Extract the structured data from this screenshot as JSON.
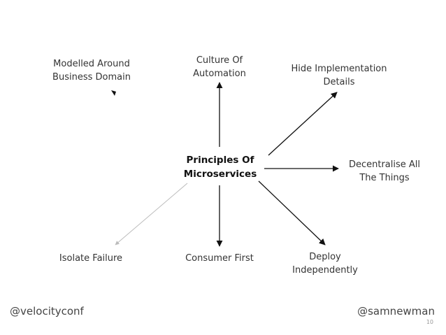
{
  "center": {
    "lines": [
      "Principles Of",
      "Microservices"
    ]
  },
  "nodes": {
    "modelled": {
      "lines": [
        "Modelled Around",
        "Business Domain"
      ]
    },
    "culture": {
      "lines": [
        "Culture Of",
        "Automation"
      ]
    },
    "hide": {
      "lines": [
        "Hide Implementation",
        "Details"
      ]
    },
    "decentralise": {
      "lines": [
        "Decentralise All",
        "The Things"
      ]
    },
    "isolate": {
      "lines": [
        "Isolate Failure"
      ]
    },
    "consumer": {
      "lines": [
        "Consumer First"
      ]
    },
    "deploy": {
      "lines": [
        "Deploy",
        "Independently"
      ]
    }
  },
  "footer": {
    "left": "@velocityconf",
    "right": "@samnewman",
    "page": "10"
  },
  "colors": {
    "arrow": "#111111",
    "faint_arrow": "#bbbbbb",
    "text": "#333333"
  }
}
